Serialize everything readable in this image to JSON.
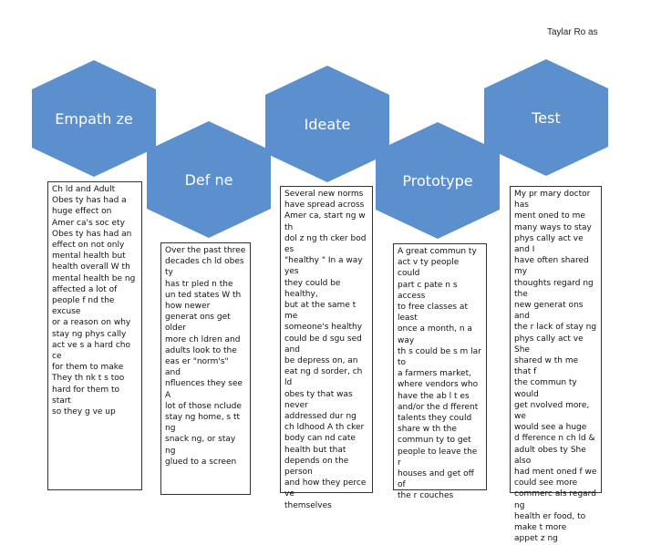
{
  "author": "Taylar Ro as",
  "stages": [
    {
      "label": "Empath ze"
    },
    {
      "label": "Def ne"
    },
    {
      "label": "Ideate"
    },
    {
      "label": "Prototype"
    },
    {
      "label": "Test"
    }
  ],
  "boxes": {
    "empathize": "Ch ld and Adult\nObes ty has had a\nhuge effect on\nAmer ca's soc ety\nObes ty has had an\neffect on not only\nmental health but\nhealth overall  W th\nmental health be ng\naffected a lot of\npeople f nd the excuse\nor a reason on why\nstay ng phys cally\nact ve  s a hard cho ce\nfor them to make\nThey th nk  t  s too\nhard for them to start\nso they g ve up",
    "define": "Over the past three\ndecades ch ld obes ty\nhas tr pled  n the\nun ted states  W th\nhow newer\ngenerat ons get older\nmore ch ldren and\nadults look to the\neas er \"norm's\" and\n nfluences they see  A\nlot of those  nclude\nstay ng home, s tt ng\nsnack ng, or stay ng\nglued to a screen",
    "ideate": "Several new norms\nhave spread across\nAmer ca, start ng w th\n dol z ng th cker bod es\n\"healthy \" In a way yes\nthey could be healthy,\nbut at the same t me\nsomeone's healthy\ncould be d sgu sed and\nbe depress on, an\neat ng d sorder, ch ld\nobes ty that was never\naddressed dur ng\nch ldhood  A th cker\nbody can  nd cate\nhealth but that\ndepends on the person\nand how they perce ve\nthemselves",
    "prototype": "A great commun ty\nact v ty people could\npart c pate  n  s  access\nto free classes at least\nonce a month,  n a way\nth s could be s m lar to\na farmers market,\nwhere vendors who\nhave the ab l t es\nand/or the d fferent\ntalents they could\nshare w th the\ncommun ty to get\npeople to leave the r\nhouses and get off of\nthe r couches",
    "test": "My pr mary doctor has\nment oned to me\nmany ways to stay\nphys cally act ve and I\nhave often shared my\nthoughts regard ng the\nnew generat ons and\nthe r lack of stay ng\nphys cally act ve  She\nshared w th me that  f\nthe commun ty would\nget  nvolved more, we\nwould see a huge\nd fference  n ch ld &\nadult obes ty  She also\nhad ment oned  f we\ncould see more\ncommerc als regard ng\nhealth er food, to\nmake  t more\nappet z ng"
  },
  "colors": {
    "hex_fill": "#5b8fce",
    "hex_text": "#ffffff"
  }
}
